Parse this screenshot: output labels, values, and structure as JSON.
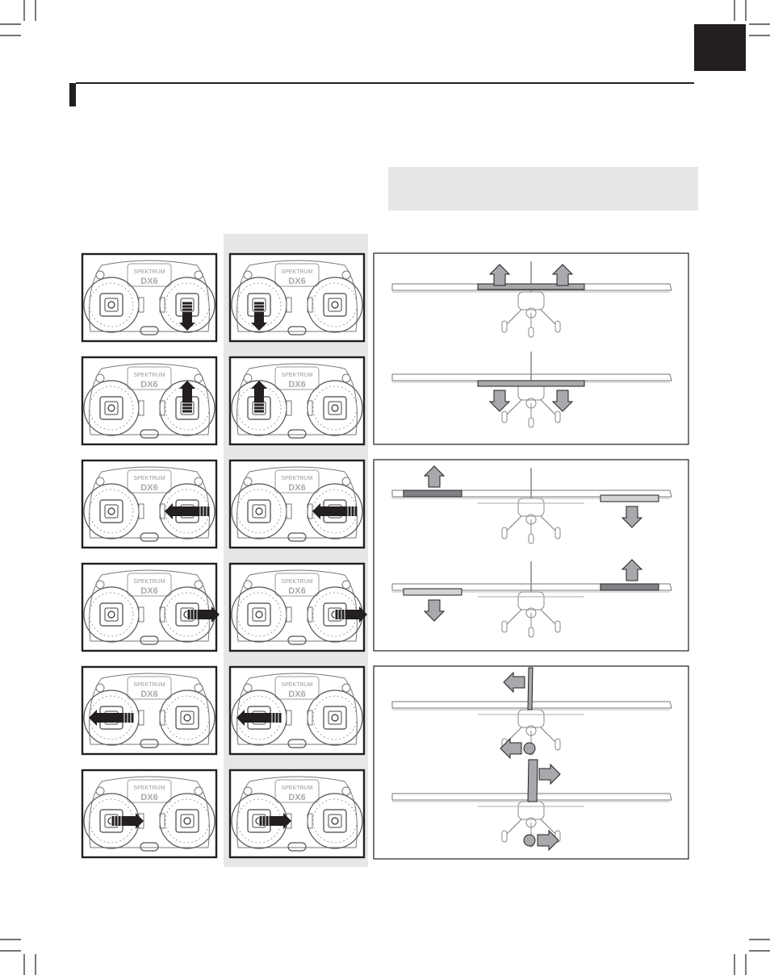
{
  "page": {
    "tab_color": "#231f20",
    "rule_color": "#231f20",
    "note_box_color": "#e6e7e8",
    "column_shade_color": "#e6e7e8"
  },
  "transmitter": {
    "brand_text": "SPEKTRUM",
    "model_text": "DX6",
    "icon_name": "transmitter-icon"
  },
  "rows": [
    {
      "section": "elevator",
      "direction": "down",
      "stick_mode2": "right",
      "stick_mode1": "left",
      "arrow": "down",
      "surface": "elevator-up"
    },
    {
      "section": "elevator",
      "direction": "up",
      "stick_mode2": "right",
      "stick_mode1": "left",
      "arrow": "up",
      "surface": "elevator-down"
    },
    {
      "section": "aileron",
      "direction": "left",
      "stick_mode2": "right",
      "stick_mode1": "right",
      "arrow": "left",
      "surface": "left-aileron-up"
    },
    {
      "section": "aileron",
      "direction": "right",
      "stick_mode2": "right",
      "stick_mode1": "right",
      "arrow": "right",
      "surface": "right-aileron-up"
    },
    {
      "section": "rudder",
      "direction": "left",
      "stick_mode2": "left",
      "stick_mode1": "left",
      "arrow": "left",
      "surface": "rudder-left"
    },
    {
      "section": "rudder",
      "direction": "right",
      "stick_mode2": "left",
      "stick_mode1": "left",
      "arrow": "right",
      "surface": "rudder-right"
    }
  ],
  "icons": {
    "arrow": "arrow-icon",
    "aircraft": "aircraft-front-view-icon"
  }
}
